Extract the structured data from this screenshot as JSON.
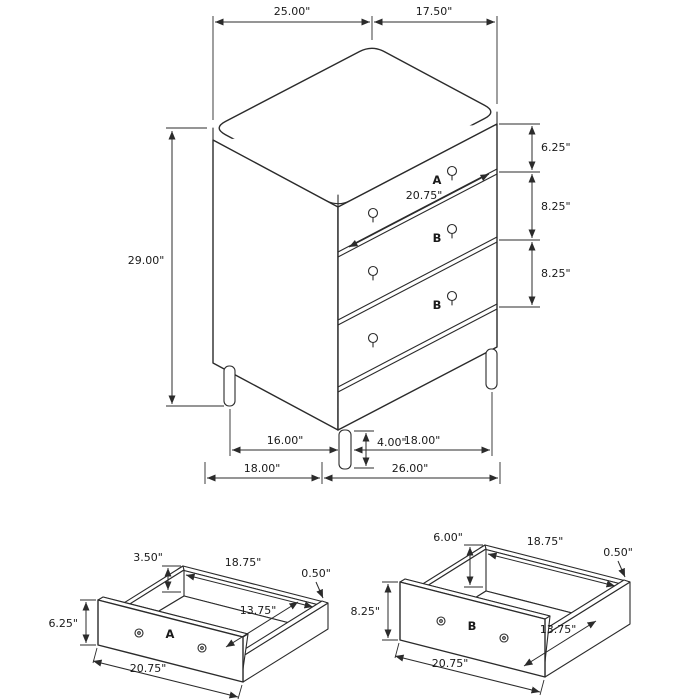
{
  "colors": {
    "line": "#2b2b2b",
    "accent": "#d40000",
    "background": "#ffffff"
  },
  "chest": {
    "top_width": "25.00\"",
    "top_depth": "17.50\"",
    "height": "29.00\"",
    "drawer_width": "20.75\"",
    "drawer_a_height": "6.25\"",
    "drawer_b1_height": "8.25\"",
    "drawer_b2_height": "8.25\"",
    "leg_height": "4.00\"",
    "leg_span_depth": "16.00\"",
    "leg_span_width": "18.00\"",
    "base_depth": "18.00\"",
    "base_width": "26.00\"",
    "drawer_a_label": "A",
    "drawer_b1_label": "B",
    "drawer_b2_label": "B"
  },
  "drawer_a": {
    "label": "A",
    "side_height": "3.50\"",
    "inner_width": "18.75\"",
    "wall_thickness": "0.50\"",
    "inner_depth": "13.75\"",
    "front_height": "6.25\"",
    "front_width": "20.75\""
  },
  "drawer_b": {
    "label": "B",
    "side_height": "6.00\"",
    "inner_width": "18.75\"",
    "wall_thickness": "0.50\"",
    "inner_depth": "13.75\"",
    "front_height": "8.25\"",
    "front_width": "20.75\""
  }
}
